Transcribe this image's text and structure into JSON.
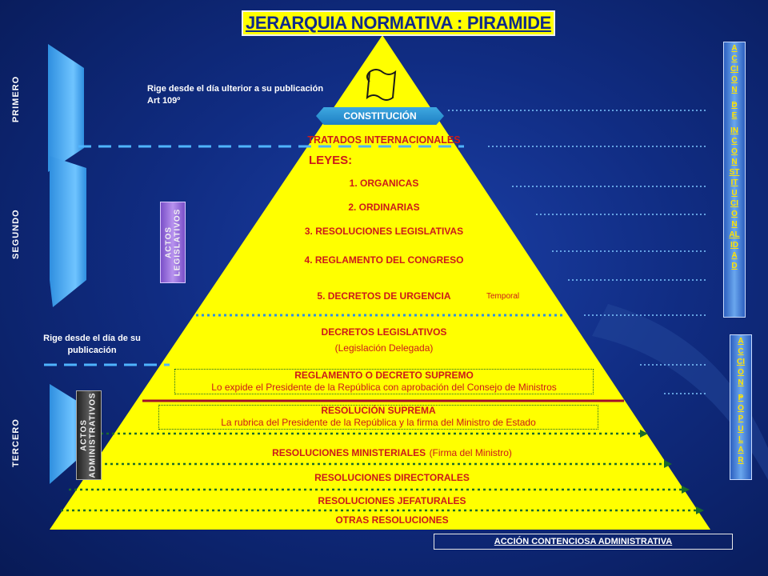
{
  "title": "JERARQUIA NORMATIVA : PIRAMIDE",
  "left_labels": {
    "primero": "PRIMERO",
    "segundo": "SEGUNDO",
    "tercero": "TERCERO"
  },
  "notes": {
    "rige_ulterior_line1": "Rige desde el día ulterior a su publicación",
    "rige_ulterior_line2": "Art 109º",
    "rige_dia_line1": "Rige desde el día de su",
    "rige_dia_line2": "publicación"
  },
  "levels": {
    "constitucion": "CONSTITUCIÓN",
    "tratados": "TRATADOS INTERNACIONALES",
    "leyes": "LEYES:",
    "organicas": "1.  ORGANICAS",
    "ordinarias": "2.  ORDINARIAS",
    "resoluciones_legislativas": "3.  RESOLUCIONES  LEGISLATIVAS",
    "reglamento_congreso": "4.  REGLAMENTO DEL CONGRESO",
    "decretos_urgencia": "5.  DECRETOS DE URGENCIA",
    "temporal": "Temporal",
    "decretos_legislativos": "DECRETOS LEGISLATIVOS",
    "legislacion_delegada": "(Legislación Delegada)",
    "reglamento_decreto": "REGLAMENTO  O  DECRETO  SUPREMO",
    "reglamento_decreto_desc": "Lo expide el Presidente de la República con aprobación del Consejo de Ministros",
    "resolucion_suprema": "RESOLUCIÓN SUPREMA",
    "resolucion_suprema_desc": "La rubrica del Presidente de la República y la firma del Ministro de Estado",
    "resoluciones_ministeriales": "RESOLUCIONES MINISTERIALES",
    "firma_ministro": "(Firma del Ministro)",
    "resoluciones_directorales": "RESOLUCIONES DIRECTORALES",
    "resoluciones_jefaturales": "RESOLUCIONES JEFATURALES",
    "otras_resoluciones": "OTRAS  RESOLUCIONES"
  },
  "side_boxes": {
    "actos_legislativos_1": "ACTOS",
    "actos_legislativos_2": "LEGISLATIVOS",
    "actos_administrativos_1": "ACTOS",
    "actos_administrativos_2": "ADMINISTRATIVOS"
  },
  "accion_inconstitucionalidad": [
    "A",
    "C",
    "CI",
    "O",
    "N",
    "",
    "D",
    "E",
    "",
    "IN",
    "C",
    "O",
    "N",
    "ST",
    "IT",
    "U",
    "CI",
    "O",
    "N",
    "AL",
    "ID",
    "A",
    "D"
  ],
  "accion_popular": [
    "A",
    "C",
    "CI",
    "O",
    "N",
    "",
    "P",
    "O",
    "P",
    "U",
    "L",
    "A",
    "R"
  ],
  "accion_contenciosa": "ACCIÓN CONTENCIOSA ADMINISTRATIVA",
  "colors": {
    "pyramid": "#ffff00",
    "text_red": "#cc1a1a",
    "dotted_green": "#1a6b2a",
    "dashed_blue": "#4fb4ff",
    "arrow_blue": "#2f8fe0",
    "divider_red": "#a0102a"
  }
}
